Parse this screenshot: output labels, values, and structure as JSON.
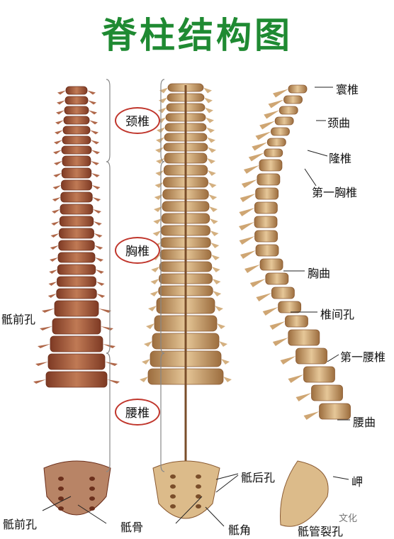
{
  "title": "脊柱结构图",
  "regions": {
    "cervical": "颈椎",
    "thoracic": "胸椎",
    "lumbar": "腰椎"
  },
  "labels": {
    "atlas": "寰椎",
    "cervical_curve": "颈曲",
    "prominens": "隆椎",
    "first_thoracic": "第一胸椎",
    "thoracic_curve": "胸曲",
    "intervertebral_foramen": "椎间孔",
    "first_lumbar": "第一腰椎",
    "lumbar_curve": "腰曲",
    "promontory": "岬",
    "sacral_foramina_front": "骶前孔",
    "sacral_foramina_front_bottom": "骶前孔",
    "sacral_foramina_back": "骶后孔",
    "sacrum": "骶骨",
    "sacral_cornu": "骶角",
    "sacral_hiatus": "骶管裂孔"
  },
  "watermark": "文化",
  "colors": {
    "title": "#1f8a32",
    "oval_border": "#c0362c",
    "bone": "#c79b6a",
    "bone_dark": "#8a5a32",
    "body_red": "#a8563a"
  }
}
